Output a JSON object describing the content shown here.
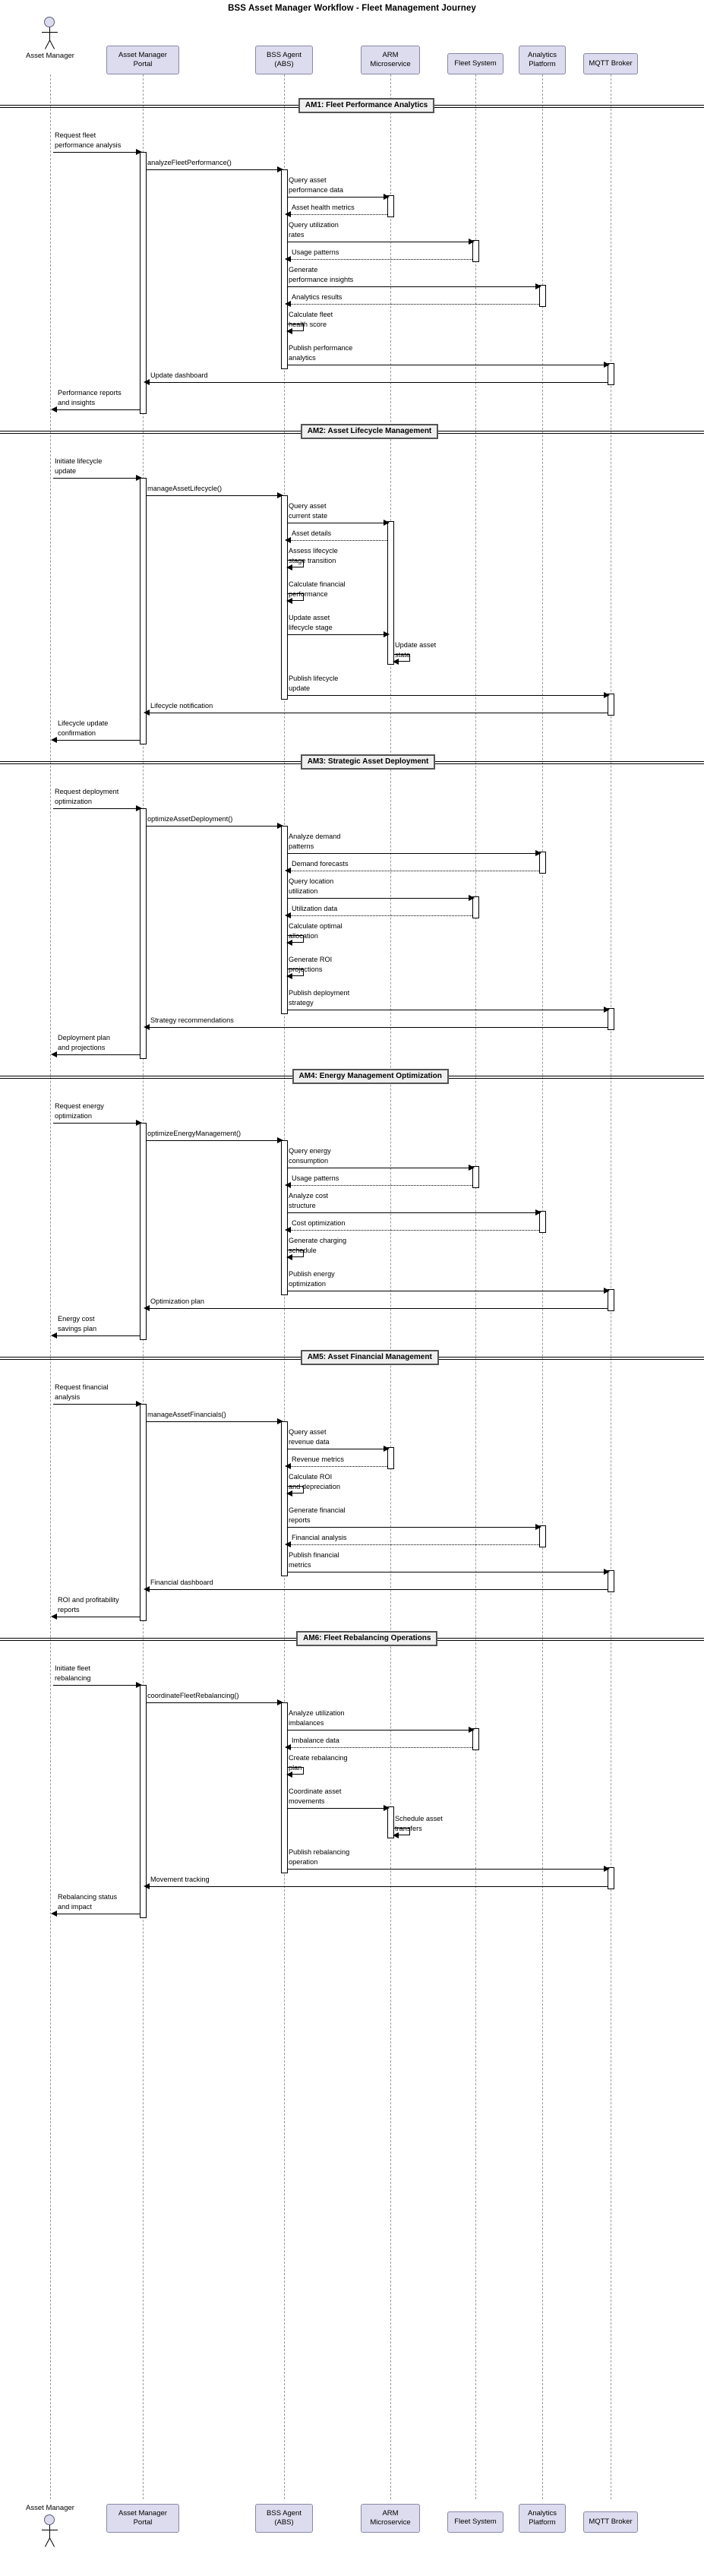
{
  "title": "BSS Asset Manager Workflow - Fleet Management Journey",
  "actor": {
    "name": "Asset Manager",
    "icon": "actor-stick-figure"
  },
  "participants": [
    {
      "id": "portal",
      "label": "Asset Manager\nPortal"
    },
    {
      "id": "agent",
      "label": "BSS Agent\n(ABS)"
    },
    {
      "id": "arm",
      "label": "ARM\nMicroservice"
    },
    {
      "id": "fleet",
      "label": "Fleet System"
    },
    {
      "id": "analytics",
      "label": "Analytics\nPlatform"
    },
    {
      "id": "mqtt",
      "label": "MQTT Broker"
    }
  ],
  "sections": [
    {
      "id": "am1",
      "label": "AM1: Fleet Performance Analytics",
      "messages": [
        {
          "text": "Request fleet\nperformance analysis",
          "from": "actor",
          "to": "portal",
          "kind": "sync"
        },
        {
          "text": "analyzeFleetPerformance()",
          "from": "portal",
          "to": "agent",
          "kind": "sync"
        },
        {
          "text": "Query asset\nperformance data",
          "from": "agent",
          "to": "arm",
          "kind": "sync"
        },
        {
          "text": "Asset health metrics",
          "from": "arm",
          "to": "agent",
          "kind": "return"
        },
        {
          "text": "Query utilization\nrates",
          "from": "agent",
          "to": "fleet",
          "kind": "sync"
        },
        {
          "text": "Usage patterns",
          "from": "fleet",
          "to": "agent",
          "kind": "return"
        },
        {
          "text": "Generate\nperformance insights",
          "from": "agent",
          "to": "analytics",
          "kind": "sync"
        },
        {
          "text": "Analytics results",
          "from": "analytics",
          "to": "agent",
          "kind": "return"
        },
        {
          "text": "Calculate fleet\nhealth score",
          "from": "agent",
          "to": "agent",
          "kind": "self"
        },
        {
          "text": "Publish performance\nanalytics",
          "from": "agent",
          "to": "mqtt",
          "kind": "sync"
        },
        {
          "text": "Update dashboard",
          "from": "mqtt",
          "to": "portal",
          "kind": "sync"
        },
        {
          "text": "Performance reports\nand insights",
          "from": "portal",
          "to": "actor",
          "kind": "sync"
        }
      ]
    },
    {
      "id": "am2",
      "label": "AM2: Asset Lifecycle Management",
      "messages": [
        {
          "text": "Initiate lifecycle\nupdate",
          "from": "actor",
          "to": "portal",
          "kind": "sync"
        },
        {
          "text": "manageAssetLifecycle()",
          "from": "portal",
          "to": "agent",
          "kind": "sync"
        },
        {
          "text": "Query asset\ncurrent state",
          "from": "agent",
          "to": "arm",
          "kind": "sync"
        },
        {
          "text": "Asset details",
          "from": "arm",
          "to": "agent",
          "kind": "return"
        },
        {
          "text": "Assess lifecycle\nstage transition",
          "from": "agent",
          "to": "agent",
          "kind": "self"
        },
        {
          "text": "Calculate financial\nperformance",
          "from": "agent",
          "to": "agent",
          "kind": "self"
        },
        {
          "text": "Update asset\nlifecycle stage",
          "from": "agent",
          "to": "arm",
          "kind": "sync"
        },
        {
          "text": "Update asset\nstate",
          "from": "arm",
          "to": "arm",
          "kind": "self"
        },
        {
          "text": "Publish lifecycle\nupdate",
          "from": "agent",
          "to": "mqtt",
          "kind": "sync"
        },
        {
          "text": "Lifecycle notification",
          "from": "mqtt",
          "to": "portal",
          "kind": "sync"
        },
        {
          "text": "Lifecycle update\nconfirmation",
          "from": "portal",
          "to": "actor",
          "kind": "sync"
        }
      ]
    },
    {
      "id": "am3",
      "label": "AM3: Strategic Asset Deployment",
      "messages": [
        {
          "text": "Request deployment\noptimization",
          "from": "actor",
          "to": "portal",
          "kind": "sync"
        },
        {
          "text": "optimizeAssetDeployment()",
          "from": "portal",
          "to": "agent",
          "kind": "sync"
        },
        {
          "text": "Analyze demand\npatterns",
          "from": "agent",
          "to": "analytics",
          "kind": "sync"
        },
        {
          "text": "Demand forecasts",
          "from": "analytics",
          "to": "agent",
          "kind": "return"
        },
        {
          "text": "Query location\nutilization",
          "from": "agent",
          "to": "fleet",
          "kind": "sync"
        },
        {
          "text": "Utilization data",
          "from": "fleet",
          "to": "agent",
          "kind": "return"
        },
        {
          "text": "Calculate optimal\nallocation",
          "from": "agent",
          "to": "agent",
          "kind": "self"
        },
        {
          "text": "Generate ROI\nprojections",
          "from": "agent",
          "to": "agent",
          "kind": "self"
        },
        {
          "text": "Publish deployment\nstrategy",
          "from": "agent",
          "to": "mqtt",
          "kind": "sync"
        },
        {
          "text": "Strategy recommendations",
          "from": "mqtt",
          "to": "portal",
          "kind": "sync"
        },
        {
          "text": "Deployment plan\nand projections",
          "from": "portal",
          "to": "actor",
          "kind": "sync"
        }
      ]
    },
    {
      "id": "am4",
      "label": "AM4: Energy Management Optimization",
      "messages": [
        {
          "text": "Request energy\noptimization",
          "from": "actor",
          "to": "portal",
          "kind": "sync"
        },
        {
          "text": "optimizeEnergyManagement()",
          "from": "portal",
          "to": "agent",
          "kind": "sync"
        },
        {
          "text": "Query energy\nconsumption",
          "from": "agent",
          "to": "fleet",
          "kind": "sync"
        },
        {
          "text": "Usage patterns",
          "from": "fleet",
          "to": "agent",
          "kind": "return"
        },
        {
          "text": "Analyze cost\nstructure",
          "from": "agent",
          "to": "analytics",
          "kind": "sync"
        },
        {
          "text": "Cost optimization",
          "from": "analytics",
          "to": "agent",
          "kind": "return"
        },
        {
          "text": "Generate charging\nschedule",
          "from": "agent",
          "to": "agent",
          "kind": "self"
        },
        {
          "text": "Publish energy\noptimization",
          "from": "agent",
          "to": "mqtt",
          "kind": "sync"
        },
        {
          "text": "Optimization plan",
          "from": "mqtt",
          "to": "portal",
          "kind": "sync"
        },
        {
          "text": "Energy cost\nsavings plan",
          "from": "portal",
          "to": "actor",
          "kind": "sync"
        }
      ]
    },
    {
      "id": "am5",
      "label": "AM5: Asset Financial Management",
      "messages": [
        {
          "text": "Request financial\nanalysis",
          "from": "actor",
          "to": "portal",
          "kind": "sync"
        },
        {
          "text": "manageAssetFinancials()",
          "from": "portal",
          "to": "agent",
          "kind": "sync"
        },
        {
          "text": "Query asset\nrevenue data",
          "from": "agent",
          "to": "arm",
          "kind": "sync"
        },
        {
          "text": "Revenue metrics",
          "from": "arm",
          "to": "agent",
          "kind": "return"
        },
        {
          "text": "Calculate ROI\nand depreciation",
          "from": "agent",
          "to": "agent",
          "kind": "self"
        },
        {
          "text": "Generate financial\nreports",
          "from": "agent",
          "to": "analytics",
          "kind": "sync"
        },
        {
          "text": "Financial analysis",
          "from": "analytics",
          "to": "agent",
          "kind": "return"
        },
        {
          "text": "Publish financial\nmetrics",
          "from": "agent",
          "to": "mqtt",
          "kind": "sync"
        },
        {
          "text": "Financial dashboard",
          "from": "mqtt",
          "to": "portal",
          "kind": "sync"
        },
        {
          "text": "ROI and profitability\nreports",
          "from": "portal",
          "to": "actor",
          "kind": "sync"
        }
      ]
    },
    {
      "id": "am6",
      "label": "AM6: Fleet Rebalancing Operations",
      "messages": [
        {
          "text": "Initiate fleet\nrebalancing",
          "from": "actor",
          "to": "portal",
          "kind": "sync"
        },
        {
          "text": "coordinateFleetRebalancing()",
          "from": "portal",
          "to": "agent",
          "kind": "sync"
        },
        {
          "text": "Analyze utilization\nimbalances",
          "from": "agent",
          "to": "fleet",
          "kind": "sync"
        },
        {
          "text": "Imbalance data",
          "from": "fleet",
          "to": "agent",
          "kind": "return"
        },
        {
          "text": "Create rebalancing\nplan",
          "from": "agent",
          "to": "agent",
          "kind": "self"
        },
        {
          "text": "Coordinate asset\nmovements",
          "from": "agent",
          "to": "arm",
          "kind": "sync"
        },
        {
          "text": "Schedule asset\ntransfers",
          "from": "arm",
          "to": "arm",
          "kind": "self"
        },
        {
          "text": "Publish rebalancing\noperation",
          "from": "agent",
          "to": "mqtt",
          "kind": "sync"
        },
        {
          "text": "Movement tracking",
          "from": "mqtt",
          "to": "portal",
          "kind": "sync"
        },
        {
          "text": "Rebalancing status\nand impact",
          "from": "portal",
          "to": "actor",
          "kind": "sync"
        }
      ]
    }
  ],
  "colors": {
    "participant_fill": "#dcdcee",
    "participant_border": "#8888aa",
    "section_fill": "#efefef",
    "section_border": "#555555",
    "line": "#000000",
    "lifeline": "#9a9a9a"
  }
}
